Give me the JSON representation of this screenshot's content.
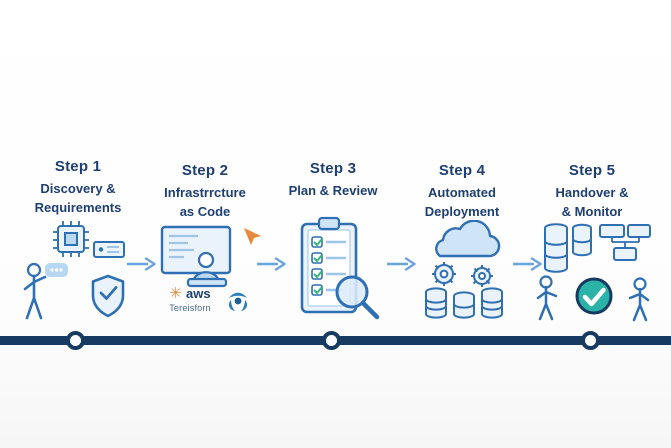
{
  "diagram": {
    "steps": [
      {
        "step_label": "Step 1",
        "title_line1": "Discovery &",
        "title_line2": "Requirements",
        "illustration": "people-chip-shield"
      },
      {
        "step_label": "Step 2",
        "title_line1": "Infrastrrcture",
        "title_line2": "as Code",
        "illustration": "monitor-developer",
        "logos": {
          "aws_mark": "✳",
          "aws_label": "aws",
          "aws_sub_label": "Tereisforn",
          "terraform_mark": "terraform-knot"
        }
      },
      {
        "step_label": "Step 3",
        "title_line1": "Plan & Review",
        "title_line2": "",
        "illustration": "checklist-magnifier"
      },
      {
        "step_label": "Step 4",
        "title_line1": "Automated",
        "title_line2": "Deployment",
        "illustration": "cloud-gears-databases"
      },
      {
        "step_label": "Step 5",
        "title_line1": "Handover &",
        "title_line2": "& Monitor",
        "illustration": "servers-people-check"
      }
    ],
    "timeline": {
      "node_count": 3,
      "node_positions": [
        "under-step-1",
        "under-step-3",
        "under-step-5"
      ]
    },
    "colors": {
      "heading_text": "#1d3f72",
      "timeline_bar": "#173a63",
      "arrow": "#6aa4dc",
      "illustration_stroke": "#2f6fb4",
      "illustration_fill_light": "#eaf3fc",
      "accent_orange": "#e8883a",
      "accent_teal": "#2ab3a6",
      "check_green": "#35b577"
    }
  }
}
